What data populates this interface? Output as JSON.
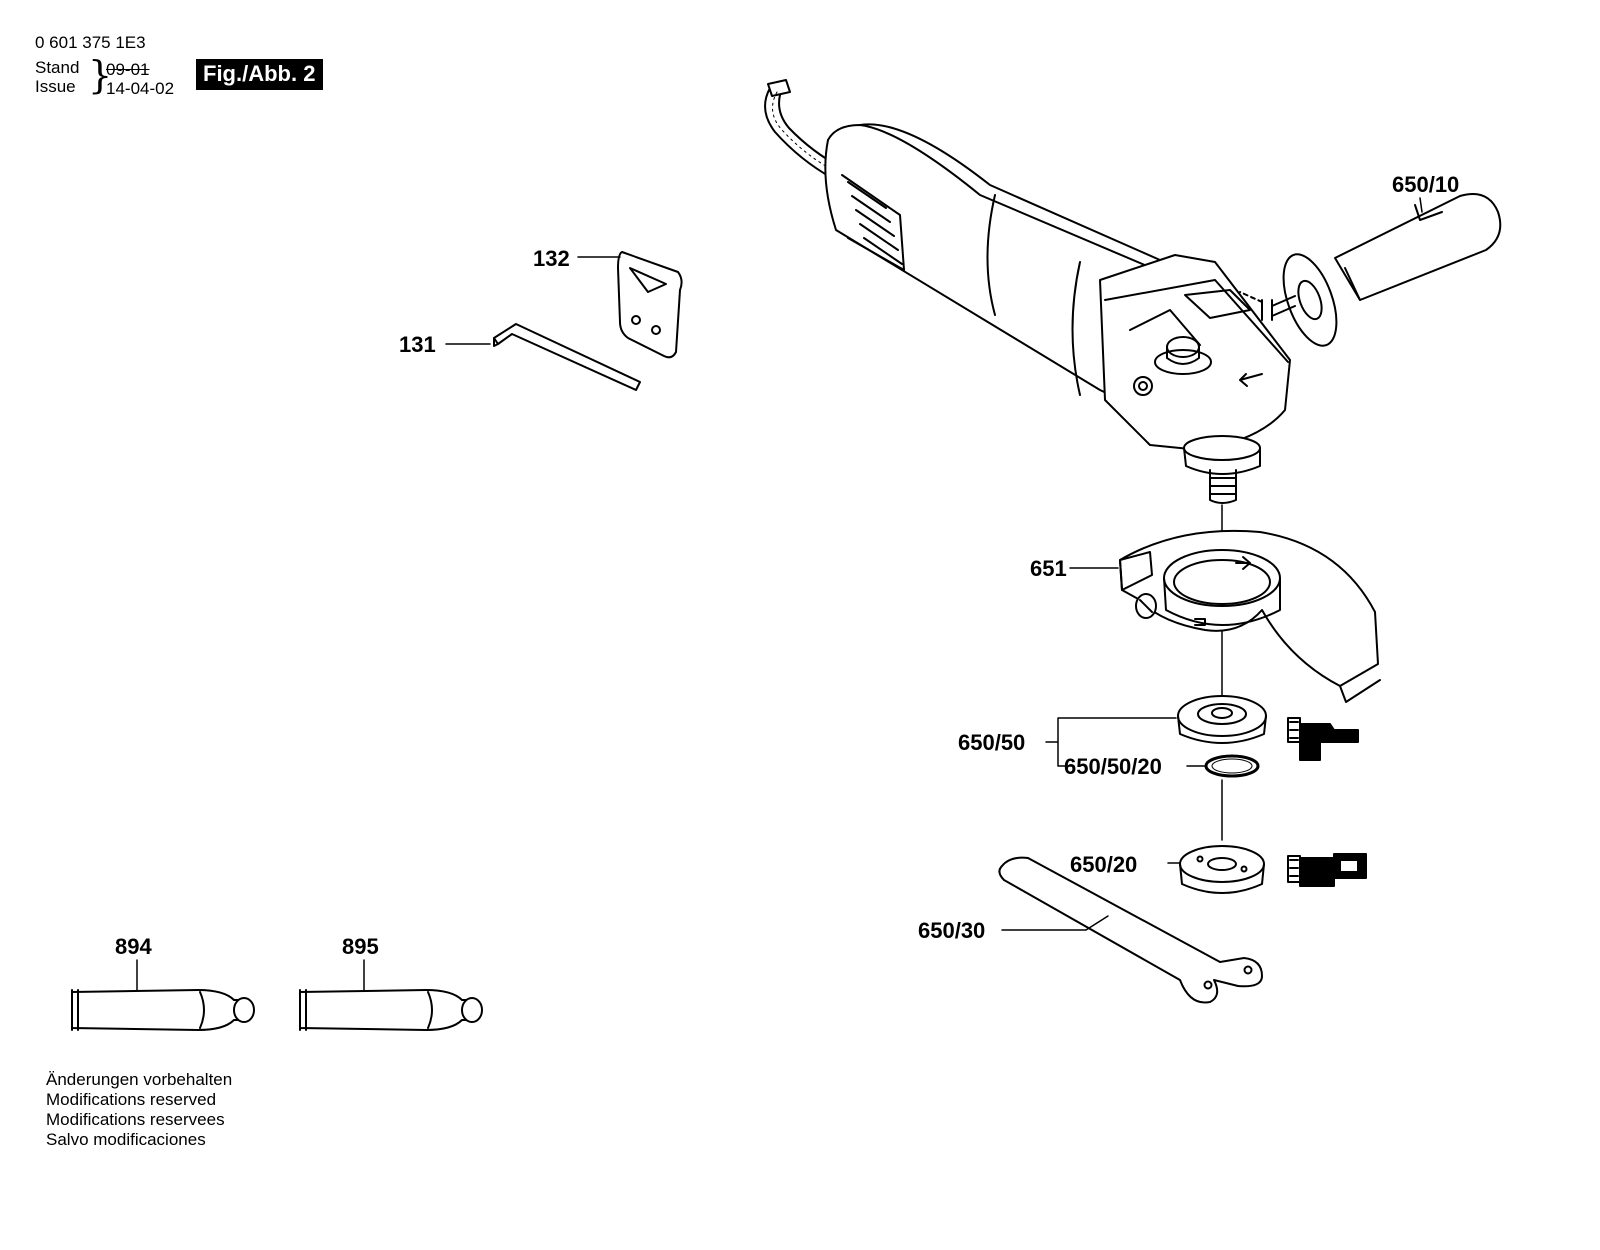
{
  "header": {
    "drawing_number": "0 601 375 1E3",
    "stand_label": "Stand",
    "issue_label": "Issue",
    "old_date": "09-01",
    "issue_date": "14-04-02",
    "figure_label": "Fig./Abb. 2"
  },
  "parts": {
    "p132": "132",
    "p131": "131",
    "p650_10": "650/10",
    "p651": "651",
    "p650_50": "650/50",
    "p650_50_20": "650/50/20",
    "p650_20": "650/20",
    "p650_30": "650/30",
    "p894": "894",
    "p895": "895"
  },
  "notes": [
    "Änderungen vorbehalten",
    "Modifications reserved",
    "Modifications reservees",
    "Salvo modificaciones"
  ]
}
